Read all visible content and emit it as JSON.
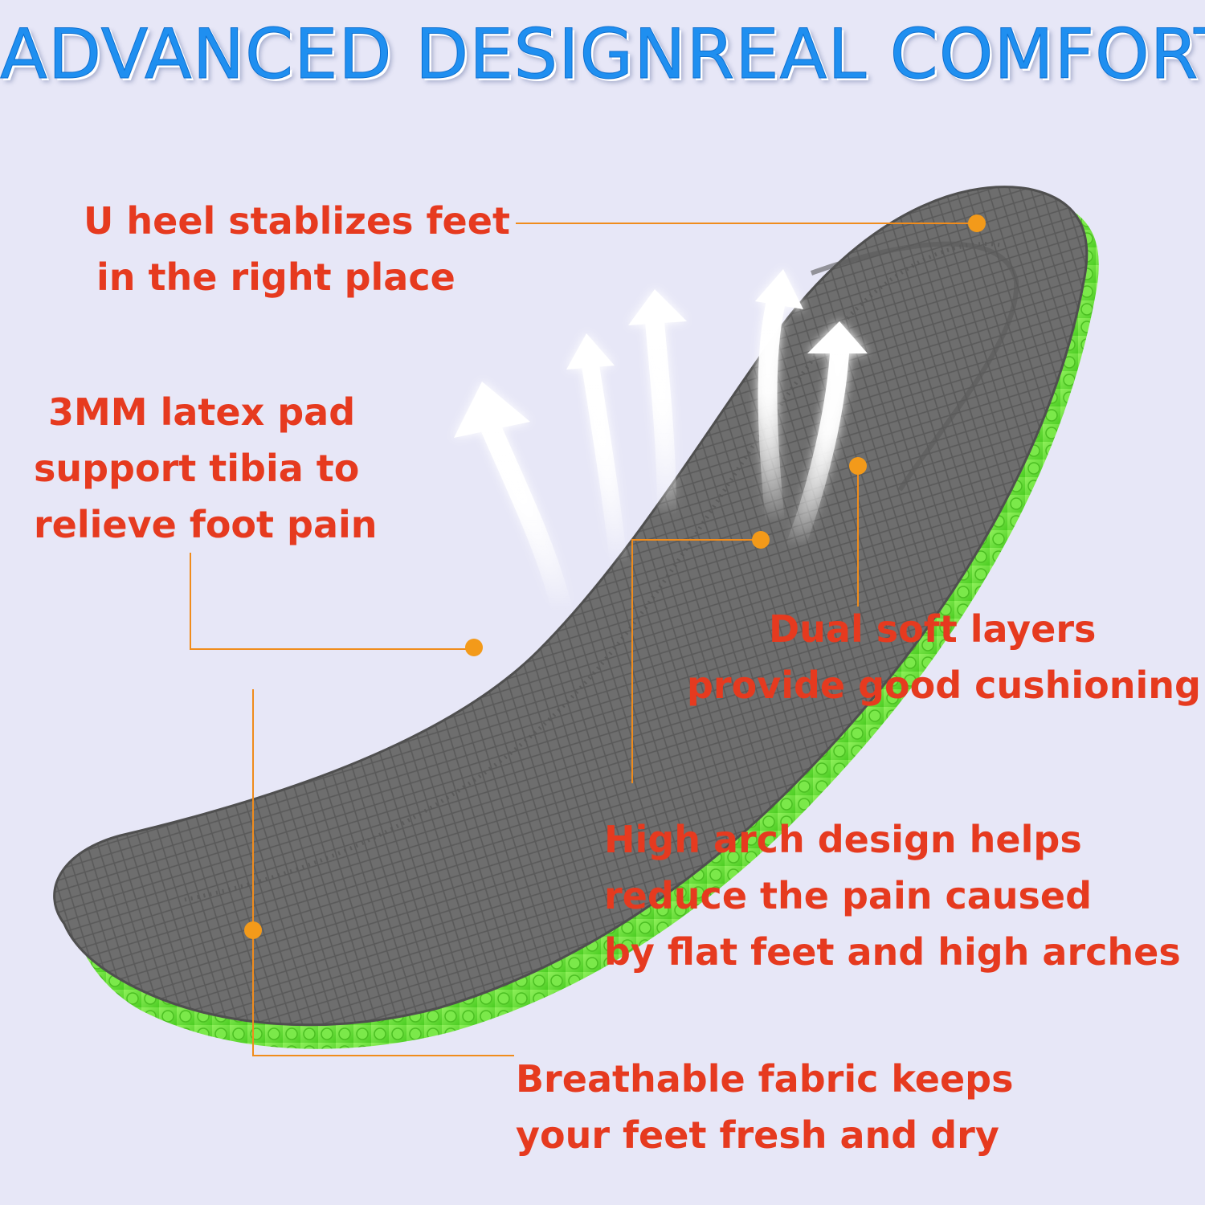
{
  "headline": "ADVANCED DESIGNREAL COMFORT",
  "colors": {
    "background": "#e7e7f7",
    "headline": "#1f8ff0",
    "callout_text": "#e63a1f",
    "leader_line": "#f08c1c",
    "insole_gray": "#6c6c6c",
    "insole_sole": "#6ee53a"
  },
  "callouts": [
    {
      "lines": [
        "U heel stablizes feet",
        "in the right place"
      ]
    },
    {
      "lines": [
        "3MM latex pad",
        "support tibia to",
        "relieve foot pain"
      ]
    },
    {
      "lines": [
        "Dual soft layers",
        "provide good cushioning"
      ]
    },
    {
      "lines": [
        "High arch design helps",
        "reduce the pain caused",
        "by flat feet and high arches"
      ]
    },
    {
      "lines": [
        "Breathable fabric keeps",
        "your feet fresh and dry"
      ]
    }
  ],
  "icons": {
    "airflow": "upward-arrow-icon",
    "marker": "orange-dot-icon"
  }
}
